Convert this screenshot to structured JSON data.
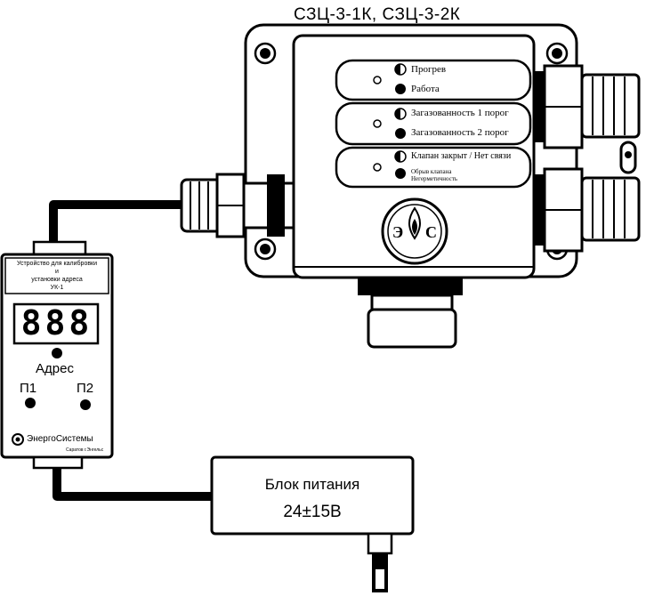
{
  "title": "СЗЦ-3-1К, СЗЦ-3-2К",
  "sensor": {
    "panels": [
      {
        "rows": [
          "Прогрев",
          "Работа"
        ]
      },
      {
        "rows": [
          "Загазованность 1 порог",
          "Загазованность 2 порог"
        ]
      },
      {
        "rows": [
          "Клапан закрыт / Нет связи",
          "Обрыв клапана",
          "Негерметичность"
        ]
      }
    ],
    "logo": {
      "left": "Э",
      "right": "С"
    }
  },
  "calibrator": {
    "header": [
      "Устройство для калибровки",
      "и",
      "установки адреса",
      "УК-1"
    ],
    "display": "888",
    "address_label": "Адрес",
    "button1_label": "П1",
    "button2_label": "П2",
    "brand": "ЭнергоСистемы",
    "brand_sub": "Саратов г.Энгельс"
  },
  "power_supply": {
    "line1": "Блок питания",
    "line2": "24±15В"
  }
}
